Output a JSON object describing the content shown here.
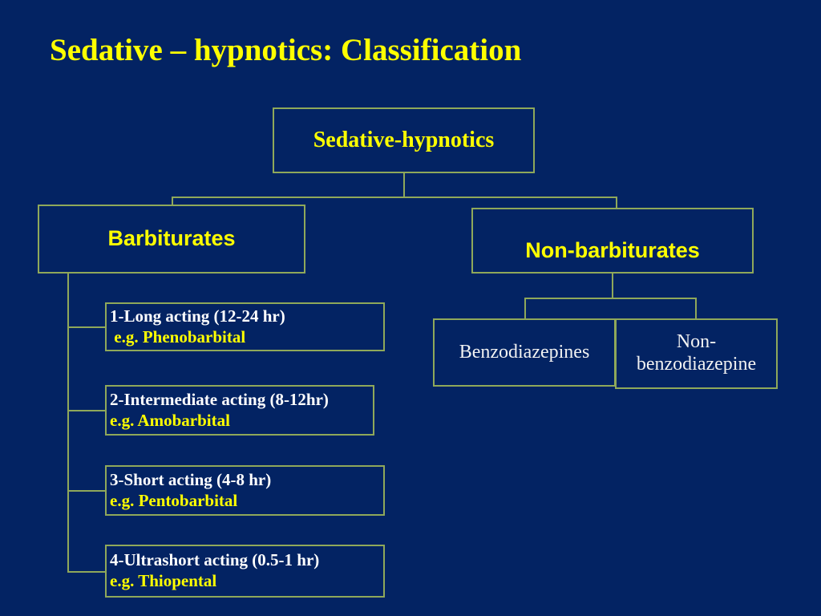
{
  "slide": {
    "title": "Sedative – hypnotics: Classification",
    "background_color": "#032363",
    "border_color": "#8fa85a",
    "accent_yellow": "#ffff00",
    "text_white": "#ffffff"
  },
  "diagram": {
    "root": {
      "label": "Sedative-hypnotics"
    },
    "branches": [
      {
        "label": "Barbiturates"
      },
      {
        "label": "Non-barbiturates"
      }
    ],
    "barbiturate_types": [
      {
        "duration": "1-Long acting (12-24 hr)",
        "example": " e.g. Phenobarbital"
      },
      {
        "duration": "2-Intermediate acting (8-12hr)",
        "example": "e.g. Amobarbital"
      },
      {
        "duration": "3-Short acting (4-8 hr)",
        "example": "e.g. Pentobarbital"
      },
      {
        "duration": "4-Ultrashort acting (0.5-1 hr)",
        "example": "e.g. Thiopental"
      }
    ],
    "nonbarbiturate_types": [
      {
        "label": "Benzodiazepines"
      },
      {
        "label": "Non-benzodiazepine"
      }
    ]
  }
}
